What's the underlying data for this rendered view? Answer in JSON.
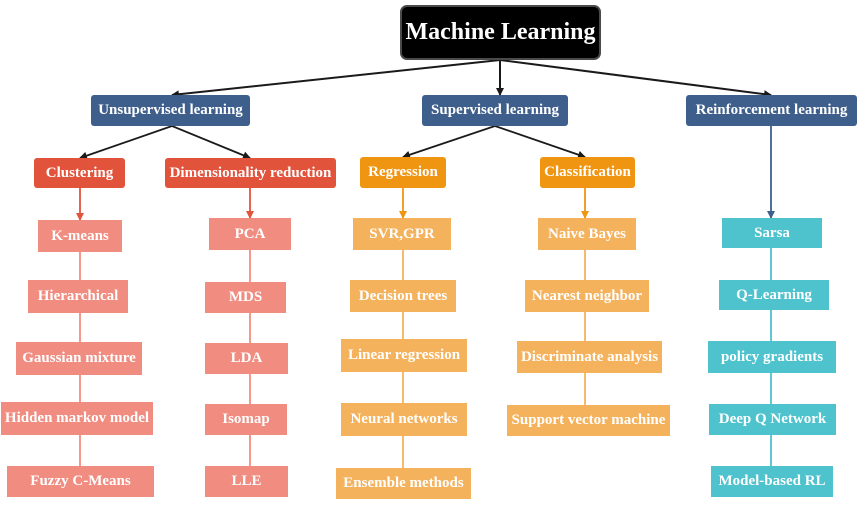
{
  "root": {
    "label": "Machine Learning"
  },
  "branches": {
    "unsupervised": {
      "label": "Unsupervised learning",
      "clustering": {
        "label": "Clustering",
        "items": [
          "K-means",
          "Hierarchical",
          "Gaussian mixture",
          "Hidden markov model",
          "Fuzzy C-Means"
        ]
      },
      "dimensionality": {
        "label": "Dimensionality reduction",
        "items": [
          "PCA",
          "MDS",
          "LDA",
          "Isomap",
          "LLE"
        ]
      }
    },
    "supervised": {
      "label": "Supervised learning",
      "regression": {
        "label": "Regression",
        "items": [
          "SVR,GPR",
          "Decision trees",
          "Linear regression",
          "Neural networks",
          "Ensemble methods"
        ]
      },
      "classification": {
        "label": "Classification",
        "items": [
          "Naive Bayes",
          "Nearest neighbor",
          "Discriminate analysis",
          "Support vector machine"
        ]
      }
    },
    "reinforcement": {
      "label": "Reinforcement learning",
      "items": [
        "Sarsa",
        "Q-Learning",
        "policy gradients",
        "Deep Q Network",
        "Model-based RL"
      ]
    }
  },
  "colors": {
    "root": "#000000",
    "level1": "#3e5f8c",
    "clustering_header": "#e2533c",
    "clustering_leaf": "#f08c80",
    "regression_header": "#f09512",
    "regression_leaf": "#f5b25d",
    "reinforcement_leaf": "#4ec2cd",
    "connector": "#1a1a1a"
  }
}
